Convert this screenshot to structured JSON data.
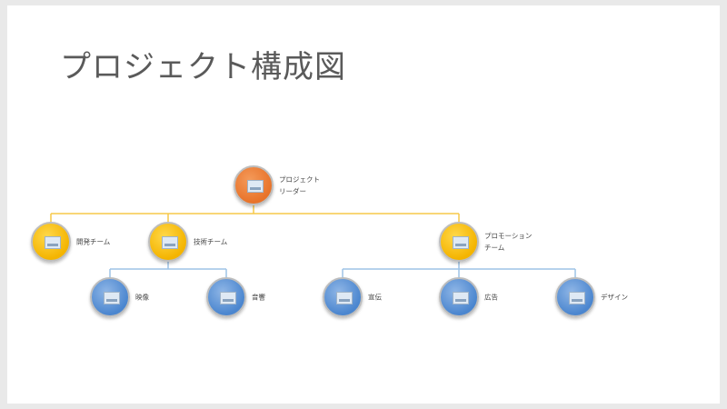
{
  "title": "プロジェクト構成図",
  "colors": {
    "root": "#e8732a",
    "team": "#f4b400",
    "member": "#4b86cf",
    "root_connector": "#f7c948",
    "team_connector": "#9dc3e6"
  },
  "nodes": {
    "leader": {
      "label": "プロジェクト\nリーダー",
      "icon": "picture-icon"
    },
    "dev_team": {
      "label": "開発チーム",
      "icon": "picture-icon"
    },
    "tech_team": {
      "label": "技術チーム",
      "icon": "picture-icon"
    },
    "promo_team": {
      "label": "プロモーション\nチーム",
      "icon": "picture-icon"
    },
    "video": {
      "label": "映像",
      "icon": "picture-icon"
    },
    "sound": {
      "label": "音響",
      "icon": "picture-icon"
    },
    "pr": {
      "label": "宣伝",
      "icon": "picture-icon"
    },
    "ad": {
      "label": "広告",
      "icon": "picture-icon"
    },
    "design": {
      "label": "デザイン",
      "icon": "picture-icon"
    }
  }
}
